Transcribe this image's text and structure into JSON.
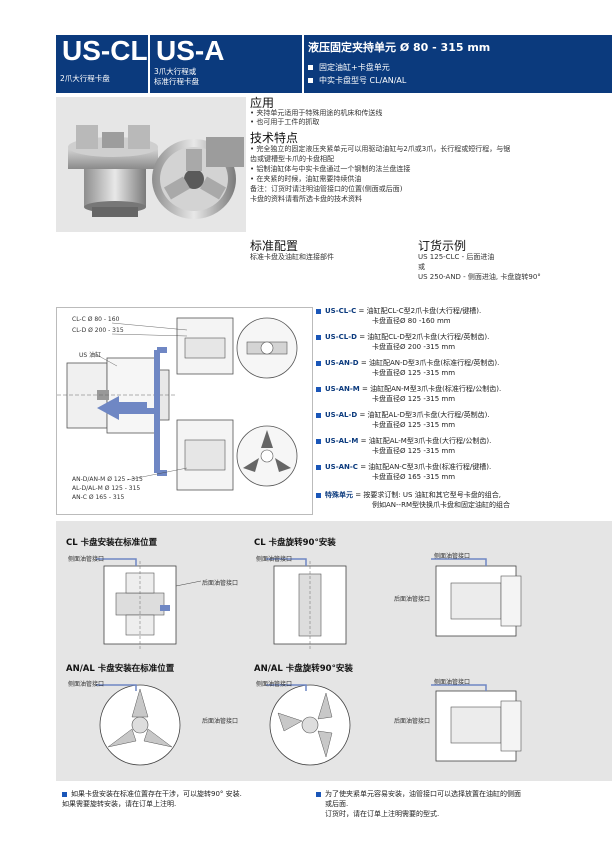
{
  "header": {
    "model_cl": "US-CL",
    "model_a": "US-A",
    "sub_cl": "2爪大行程卡盘",
    "sub_a_line1": "3爪大行程或",
    "sub_a_line2": "标准行程卡盘",
    "title": "液压固定夹持单元 Ø 80 - 315 mm",
    "bullets": [
      "固定油缸+卡盘单元",
      "中实卡盘型号 CL/AN/AL"
    ]
  },
  "application": {
    "heading": "应用",
    "items": [
      "• 夹持单元适用于特殊用途的机床和传送线",
      "• 也可用于工件的抓取"
    ]
  },
  "features": {
    "heading": "技术特点",
    "lines": [
      "• 完全独立的固定液压夹紧单元可以用驱动油缸与2爪或3爪，长行程或短行程，与锯",
      "  齿或键槽型卡爪的卡盘相配",
      "• 铝制油缸体与中实卡盘通过一个钢制的法兰盘连接",
      "• 在夹紧的时候，油缸需要持续供油",
      "备注：订货时请注明油管接口的位置(侧面或后面)",
      "          卡盘的资料请看所选卡盘的技术资料"
    ]
  },
  "standard": {
    "heading": "标准配置",
    "text": "标准卡盘及油缸和连接部件"
  },
  "order_example": {
    "heading": "订货示例",
    "lines": [
      "US 125-CLC - 后面进油",
      "或",
      "US 250-AND - 侧面进油, 卡盘旋转90°"
    ]
  },
  "diagram_labels": {
    "clc": "CL-C Ø 80 - 160",
    "cld": "CL-D Ø 200 - 315",
    "us_cyl": "US 油缸",
    "and_m": "AN-D/AN-M Ø 125 - 315",
    "ald_m": "AL-D/AL-M Ø 125 - 315",
    "anc": "AN-C Ø 165 - 315"
  },
  "order_codes": [
    {
      "code": "US-CL-C",
      "line1": "= 油缸配CL-C型2爪卡盘(大行程/键槽).",
      "line2": "卡盘直径Ø 80 -160 mm"
    },
    {
      "code": "US-CL-D",
      "line1": "= 油缸配CL-D型2爪卡盘(大行程/英制齿).",
      "line2": "卡盘直径Ø 200 -315 mm"
    },
    {
      "code": "US-AN-D",
      "line1": "= 油缸配AN-D型3爪卡盘(标准行程/英制齿).",
      "line2": "卡盘直径Ø 125 -315 mm"
    },
    {
      "code": "US-AN-M",
      "line1": "= 油缸配AN-M型3爪卡盘(标准行程/公制齿).",
      "line2": "卡盘直径Ø 125 -315 mm"
    },
    {
      "code": "US-AL-D",
      "line1": "= 油缸配AL-D型3爪卡盘(大行程/英制齿).",
      "line2": "卡盘直径Ø 125 -315 mm"
    },
    {
      "code": "US-AL-M",
      "line1": "= 油缸配AL-M型3爪卡盘(大行程/公制齿).",
      "line2": "卡盘直径Ø 125 -315 mm"
    },
    {
      "code": "US-AN-C",
      "line1": "= 油缸配AN-C型3爪卡盘(标准行程/键槽).",
      "line2": "卡盘直径Ø 165 -315 mm"
    },
    {
      "code": "特殊单元",
      "line1": "= 按要求订制: US 油缸和其它型号卡盘的组合,",
      "line2": "例如AN--RM型快换爪卡盘和固定油缸的组合"
    }
  ],
  "panel": {
    "t1": "CL 卡盘安装在标准位置",
    "t2": "CL 卡盘旋转90°安装",
    "t3": "AN/AL 卡盘安装在标准位置",
    "t4": "AN/AL 卡盘旋转90°安装",
    "side_port": "侧面油管接口",
    "rear_port": "后面油管接口"
  },
  "notes": {
    "left_l1": "如果卡盘安装在标准位置存在干涉，可以旋转90° 安装.",
    "left_l2": "如果需要旋转安装，请在订单上注明.",
    "right_l1": "为了使夹紧单元容易安装，油管接口可以选择放置在油缸的侧面",
    "right_l2": "或后面.",
    "right_l3": "订货时，请在订单上注明需要的型式."
  },
  "colors": {
    "header_bg": "#0b3a7d",
    "accent_blue": "#1a56b8",
    "arrow_blue": "#6f87c4"
  }
}
